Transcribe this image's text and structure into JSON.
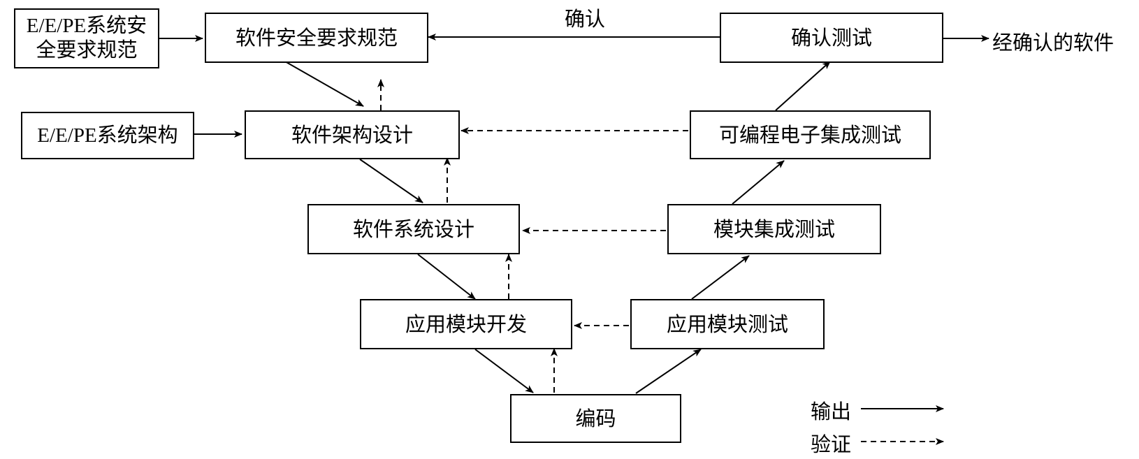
{
  "diagram": {
    "boxes": {
      "ee_spec": "E/E/PE系统安全要求规范",
      "ee_spec_line1": "E/E/PE系统安",
      "ee_spec_line2": "全要求规范",
      "sw_safety_spec": "软件安全要求规范",
      "ee_arch": "E/E/PE系统架构",
      "sw_arch": "软件架构设计",
      "sw_sys": "软件系统设计",
      "app_dev": "应用模块开发",
      "coding": "编码",
      "app_test": "应用模块测试",
      "module_integ": "模块集成测试",
      "pe_integ": "可编程电子集成测试",
      "valid_test": "确认测试"
    },
    "labels": {
      "validation_edge": "确认",
      "validated_software": "经确认的软件"
    },
    "legend": {
      "output": "输出",
      "verify": "验证"
    }
  }
}
